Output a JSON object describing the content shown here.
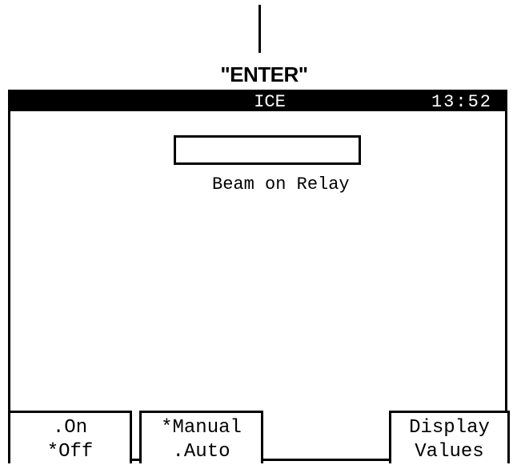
{
  "pointer": {
    "label": "\"ENTER\""
  },
  "title_bar": {
    "title": "ICE",
    "clock": "13:52"
  },
  "main": {
    "entry_value": "",
    "relay_label": "Beam on Relay"
  },
  "softkeys": [
    {
      "line1": ".On",
      "line2": "*Off"
    },
    {
      "line1": "*Manual",
      "line2": ".Auto"
    },
    {
      "line1": "Display",
      "line2": "Values"
    }
  ]
}
